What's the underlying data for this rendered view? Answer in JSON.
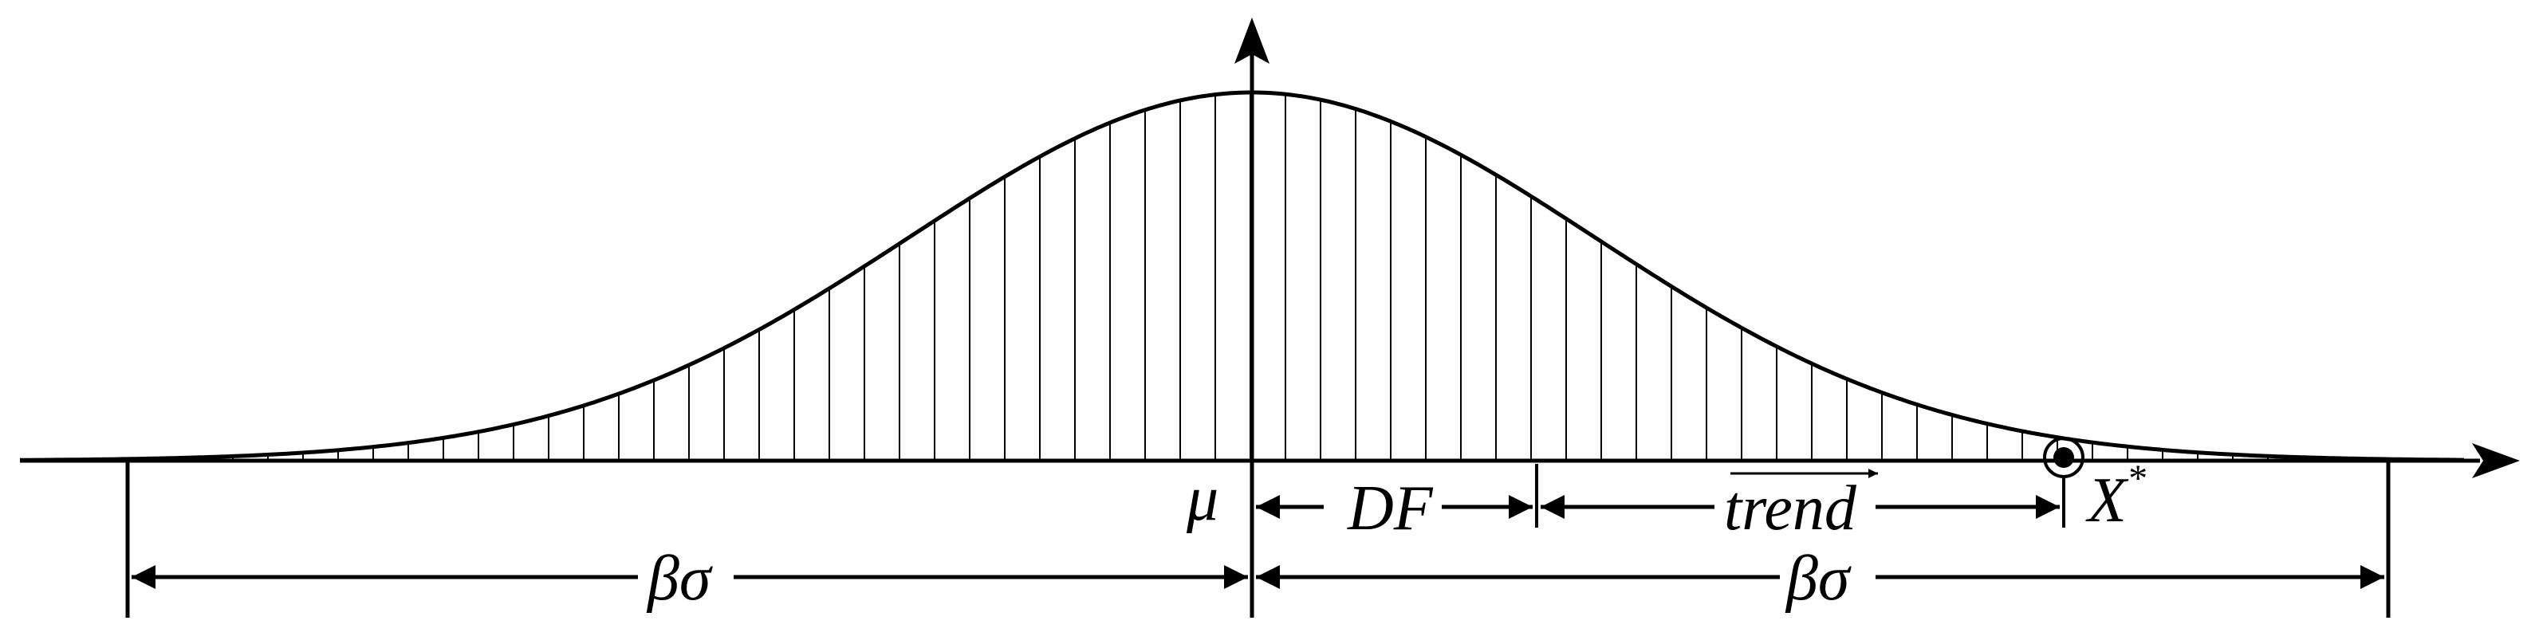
{
  "diagram": {
    "labels": {
      "mu": "μ",
      "df": "DF",
      "trend": "trend",
      "x_star_base": "X",
      "x_star_sup": "*",
      "beta_sigma_left": "βσ",
      "beta_sigma_right": "βσ"
    }
  },
  "colors": {
    "stroke": "#000000",
    "background": "#ffffff"
  }
}
